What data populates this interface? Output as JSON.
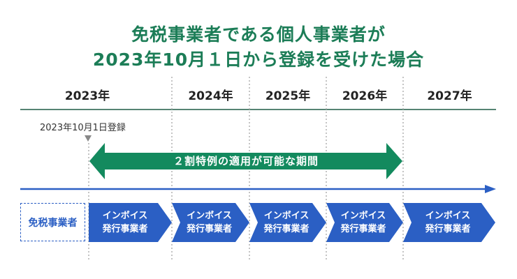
{
  "title": {
    "line1": "免税事業者である個人事業者が",
    "line2": "2023年10月１日から登録を受けた場合"
  },
  "timeline": {
    "years": [
      "2023年",
      "2024年",
      "2025年",
      "2026年",
      "2027年"
    ],
    "registration_label": "2023年10月1日登録",
    "special_period_label": "２割特例の適用が可能な期間"
  },
  "status": {
    "before_label": "免税事業者",
    "after_line1": "インボイス",
    "after_line2": "発行事業者"
  },
  "colors": {
    "title": "#1c7d57",
    "period_arrow": "#138a5e",
    "timeline_arrow": "#2b5fc4",
    "chevron": "#2b5fc4",
    "header_rule": "#1f5c45",
    "divider": "#b0b0b0"
  }
}
